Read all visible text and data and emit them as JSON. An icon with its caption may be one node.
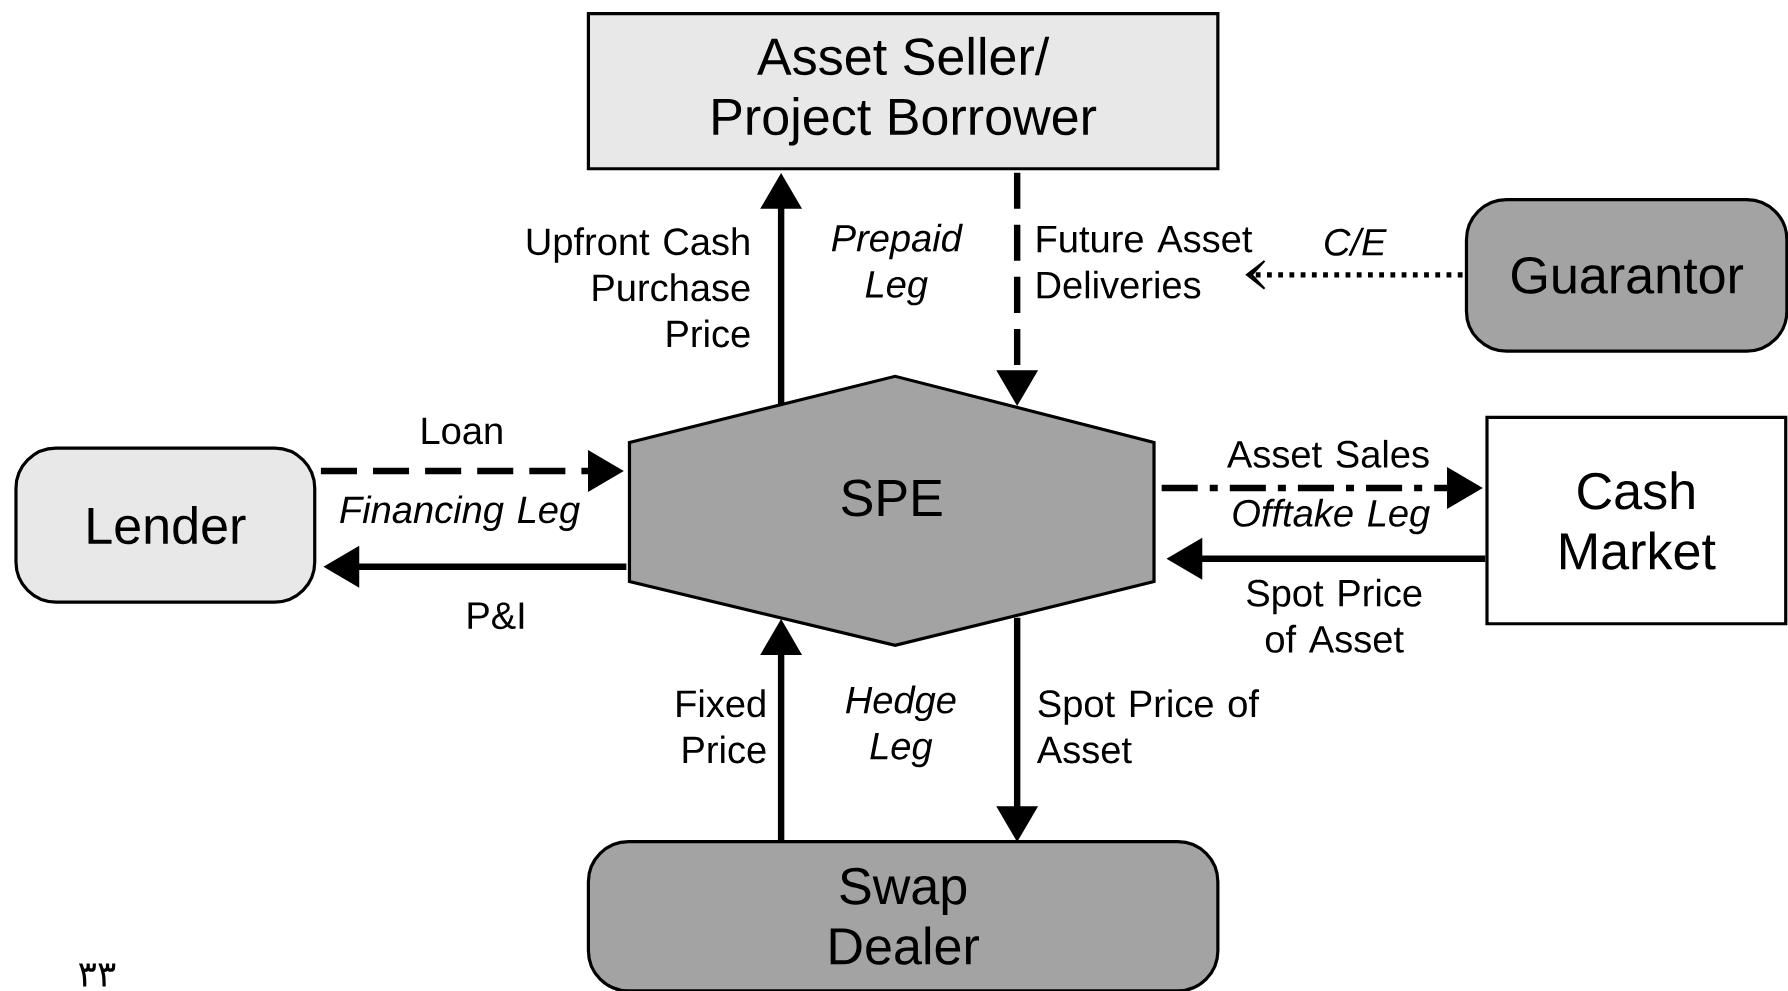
{
  "diagram": {
    "nodes": [
      {
        "text": [
          "Asset Seller/ Project Borrower"
        ]
      },
      {
        "text": [
          "Guarantor"
        ]
      },
      {
        "text": [
          "Lender"
        ]
      },
      {
        "text": [
          "SPE"
        ]
      },
      {
        "text": [
          "Cash Market"
        ]
      },
      {
        "text": [
          "Swap Dealer"
        ]
      }
    ],
    "edges": [
      {
        "from": 3,
        "to": 0,
        "arrow": "to",
        "label": "Upfront Cash Purchase Price"
      },
      {
        "from": 0,
        "to": 3,
        "arrow": "to",
        "style": "dashed",
        "label": "Future Asset Deliveries"
      },
      {
        "from": 1,
        "to": null,
        "arrow": "to",
        "style": "dashed",
        "label": "C/E"
      },
      {
        "from": 2,
        "to": 3,
        "arrow": "to",
        "style": "dashed",
        "label": "Loan"
      },
      {
        "from": 3,
        "to": 2,
        "arrow": "to",
        "label": "P&I"
      },
      {
        "from": 3,
        "to": 4,
        "arrow": "to",
        "style": "dashed",
        "label": "Asset Sales"
      },
      {
        "from": 4,
        "to": 3,
        "arrow": "to",
        "label": "Spot Price of Asset"
      },
      {
        "from": 5,
        "to": 3,
        "arrow": "to",
        "label": "Fixed Price"
      },
      {
        "from": 3,
        "to": 5,
        "arrow": "to",
        "label": "Spot Price of Asset"
      }
    ],
    "labels": [
      "Prepaid Leg",
      "Financing Leg",
      "Offtake Leg",
      "Hedge Leg",
      "٣٣"
    ]
  }
}
